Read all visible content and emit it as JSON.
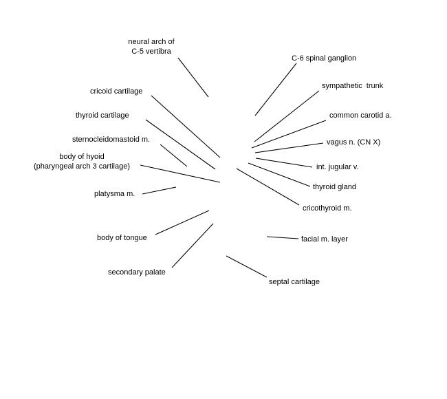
{
  "labels": {
    "neural_arch": [
      "neural arch of",
      "C-5 vertibra"
    ],
    "c6_spinal_ganglion": "C-6 spinal ganglion",
    "cricoid_cartilage": "cricoid cartilage",
    "sympathetic_trunk": "sympathetic  trunk",
    "thyroid_cartilage": "thyroid cartilage",
    "common_carotid": "common carotid a.",
    "sternocleidomastoid": "sternocleidomastoid m.",
    "vagus": "vagus n. (CN X)",
    "body_of_hyoid": [
      "body of hyoid",
      "(pharyngeal arch 3 cartilage)"
    ],
    "int_jugular": "int. jugular v.",
    "thyroid_gland": "thyroid gland",
    "platysma": "platysma m.",
    "cricothyroid": "cricothyroid m.",
    "body_of_tongue": "body of tongue",
    "facial_m_layer": "facial m. layer",
    "secondary_palate": "secondary palate",
    "septal_cartilage": "septal cartilage"
  },
  "line_color": "#000000"
}
